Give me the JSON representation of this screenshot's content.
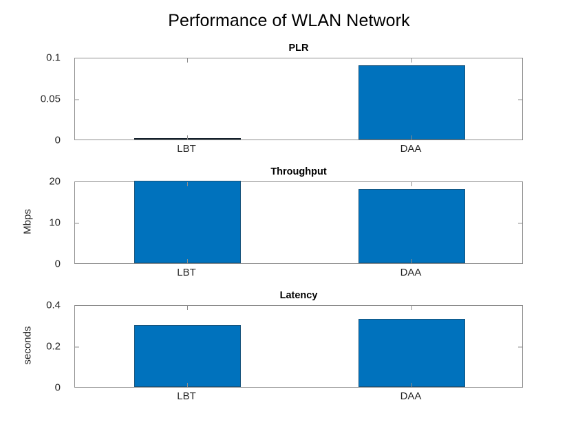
{
  "figure": {
    "title": "Performance of WLAN Network",
    "background": "#ffffff",
    "bar_color": "#0072bd",
    "axis_color": "#8c8c8c",
    "text_color": "#262626"
  },
  "chart_data": [
    {
      "type": "bar",
      "title": "PLR",
      "categories": [
        "LBT",
        "DAA"
      ],
      "values": [
        0.001,
        0.09
      ],
      "xlabel": "",
      "ylabel": "",
      "ylim": [
        0,
        0.1
      ],
      "yticks": [
        0,
        0.05,
        0.1
      ],
      "ytick_labels": [
        "0",
        "0.05",
        "0.1"
      ],
      "grid": false,
      "legend": "none",
      "series_color": "#0072bd"
    },
    {
      "type": "bar",
      "title": "Throughput",
      "categories": [
        "LBT",
        "DAA"
      ],
      "values": [
        20,
        18
      ],
      "xlabel": "",
      "ylabel": "Mbps",
      "ylim": [
        0,
        20
      ],
      "yticks": [
        0,
        10,
        20
      ],
      "ytick_labels": [
        "0",
        "10",
        "20"
      ],
      "grid": false,
      "legend": "none",
      "series_color": "#0072bd"
    },
    {
      "type": "bar",
      "title": "Latency",
      "categories": [
        "LBT",
        "DAA"
      ],
      "values": [
        0.3,
        0.33
      ],
      "xlabel": "",
      "ylabel": "seconds",
      "ylim": [
        0,
        0.4
      ],
      "yticks": [
        0,
        0.2,
        0.4
      ],
      "ytick_labels": [
        "0",
        "0.2",
        "0.4"
      ],
      "grid": false,
      "legend": "none",
      "series_color": "#0072bd"
    }
  ]
}
